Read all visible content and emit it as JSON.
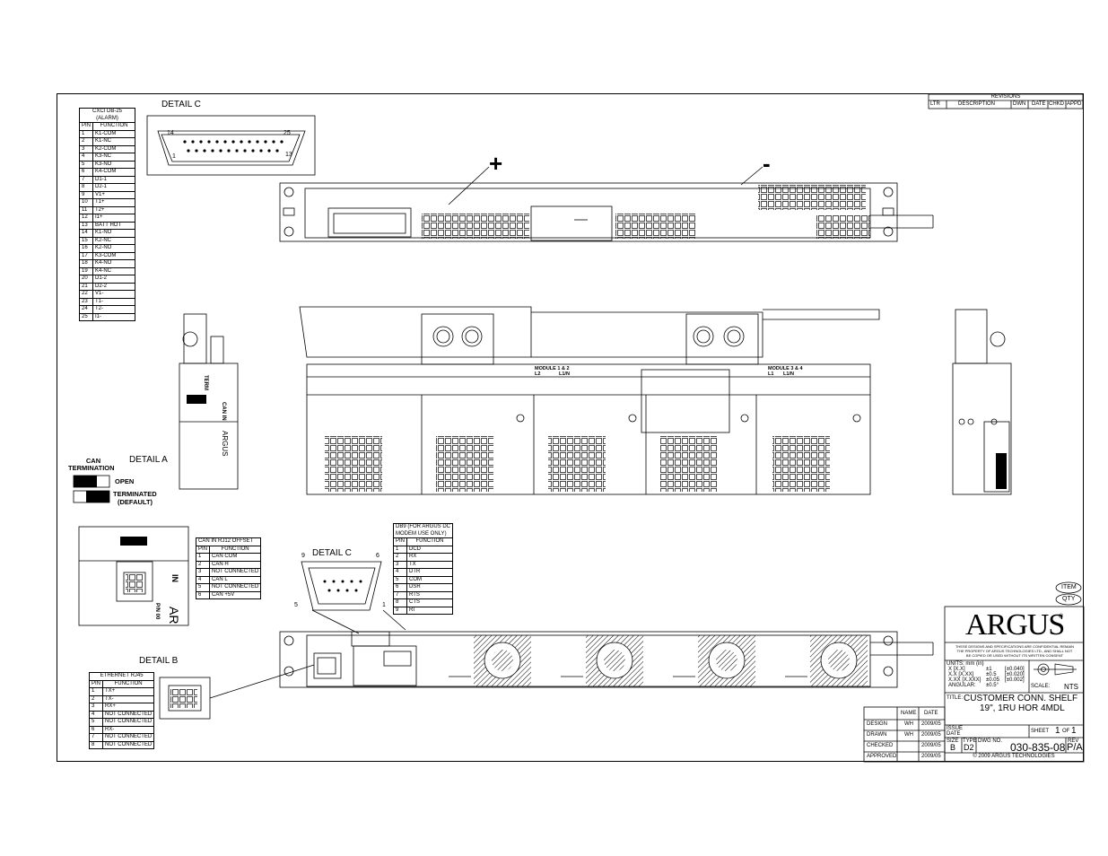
{
  "detail_c_top_label": "DETAIL C",
  "detail_c_mid_label": "DETAIL C",
  "detail_a_label": "DETAIL A",
  "detail_b_label": "DETAIL B",
  "plus_sign": "+",
  "minus_sign": "-",
  "db25_pin_left_top": "14",
  "db25_pin_right_top": "25",
  "db25_pin_left_bottom": "1",
  "db25_pin_right_bottom": "13",
  "db9_pin_tl": "9",
  "db9_pin_tr": "6",
  "db9_pin_bl": "5",
  "db9_pin_br": "1",
  "can_termination": {
    "title_1": "CAN",
    "title_2": "TERMINATION",
    "open": "OPEN",
    "terminated_1": "TERMINATED",
    "terminated_2": "(DEFAULT)"
  },
  "alarm_table": {
    "title_1": "CXCI DB-25",
    "title_2": "(ALARM)",
    "col_pin": "PIN",
    "col_function": "FUNCTION",
    "rows": [
      [
        "1",
        "K1-COM"
      ],
      [
        "2",
        "K1-NC"
      ],
      [
        "3",
        "K2-COM"
      ],
      [
        "4",
        "K3-NC"
      ],
      [
        "5",
        "K3-NO"
      ],
      [
        "6",
        "K4-COM"
      ],
      [
        "7",
        "D1-1"
      ],
      [
        "8",
        "D2-1"
      ],
      [
        "9",
        "V1+"
      ],
      [
        "10",
        "T1+"
      ],
      [
        "11",
        "T2+"
      ],
      [
        "12",
        "I1+"
      ],
      [
        "13",
        "BATT HOT"
      ],
      [
        "14",
        "K1-NO"
      ],
      [
        "15",
        "K2-NC"
      ],
      [
        "16",
        "K2-NO"
      ],
      [
        "17",
        "K3-COM"
      ],
      [
        "18",
        "K4-NO"
      ],
      [
        "19",
        "K4-NC"
      ],
      [
        "20",
        "D1-2"
      ],
      [
        "21",
        "D2-2"
      ],
      [
        "22",
        "V1-"
      ],
      [
        "23",
        "T1-"
      ],
      [
        "24",
        "T2-"
      ],
      [
        "25",
        "I1-"
      ]
    ]
  },
  "can_table": {
    "title": "CAN IN RJ12 OFFSET",
    "col_pin": "PIN",
    "col_function": "FUNCTION",
    "rows": [
      [
        "1",
        "CAN COM"
      ],
      [
        "2",
        "CAN H"
      ],
      [
        "3",
        "NOT CONNECTED"
      ],
      [
        "4",
        "CAN L"
      ],
      [
        "5",
        "NOT CONNECTED"
      ],
      [
        "6",
        "CAN +5V"
      ]
    ]
  },
  "db9_table": {
    "title_1": "DB9 (FOR ARGUS DC",
    "title_2": "MODEM USE ONLY)",
    "col_pin": "PIN",
    "col_function": "FUNCTION",
    "rows": [
      [
        "1",
        "DCD"
      ],
      [
        "2",
        "RX"
      ],
      [
        "3",
        "TX"
      ],
      [
        "4",
        "DTR"
      ],
      [
        "5",
        "COM"
      ],
      [
        "6",
        "DSR"
      ],
      [
        "7",
        "RTS"
      ],
      [
        "8",
        "CTS"
      ],
      [
        "9",
        "RI"
      ]
    ]
  },
  "eth_table": {
    "title": "ETHERNET RJ45",
    "col_pin": "PIN",
    "col_function": "FUNCTION",
    "rows": [
      [
        "1",
        "TX+"
      ],
      [
        "2",
        "TX-"
      ],
      [
        "3",
        "RX+"
      ],
      [
        "4",
        "NOT CONNECTED"
      ],
      [
        "5",
        "NOT CONNECTED"
      ],
      [
        "6",
        "RX-"
      ],
      [
        "7",
        "NOT CONNECTED"
      ],
      [
        "8",
        "NOT CONNECTED"
      ]
    ]
  },
  "revisions": {
    "title": "REVISIONS",
    "cols": [
      "LTR",
      "DESCRIPTION",
      "DWN",
      "DATE",
      "CHKD",
      "APPD"
    ]
  },
  "module_labels": {
    "m12": "MODULE 1 & 2",
    "m34": "MODULE 3 & 4",
    "l_left": "L2",
    "l_right": "L1",
    "lrtn": "L1/N"
  },
  "side_texts": {
    "detail_a_term": "TERM",
    "detail_a_can": "CAN IN",
    "detail_a_brand": "ARGUS",
    "detail_a_in": "IN",
    "detail_a_pn": "P/N 00",
    "detail_a_ar": "AR"
  },
  "item_label": "ITEM",
  "qty_label": "QTY",
  "title_block": {
    "logo": "ARGUS",
    "logo_reg": "®",
    "confidential": [
      "THESE DESIGNS AND SPECIFICATIONS ARE CONFIDENTIAL REMAIN",
      "THE PROPERTY OF ARGUS TECHNOLOGIES LTD., AND SHALL NOT",
      "BE COPIED OR USED WITHOUT ITS WRITTEN CONSENT"
    ],
    "units": "UNITS: mm (in)",
    "tol_x": "X [X.X]",
    "tol_xx": "X.X [X.XX]",
    "tol_xxx": "X.XX [X.XXX]",
    "tol_ang": "ANGULAR:",
    "tol_v1": "±1",
    "tol_v2": "±0.5",
    "tol_v3": "±0.05",
    "tol_v4": "±0.5°",
    "tol_i1": "[±0.040]",
    "tol_i2": "[±0.020]",
    "tol_i3": "[±0.002]",
    "scale_label": "SCALE:",
    "scale_value": "NTS",
    "title_label": "TITLE:",
    "title_1": "CUSTOMER CONN. SHELF",
    "title_2": "19\", 1RU HOR 4MDL",
    "issue_label": "ISSUE",
    "date_label": "DATE",
    "sheet_label": "SHEET",
    "sheet_num": "1",
    "of_label": "OF",
    "sheet_total": "1",
    "size_label": "SIZE",
    "size_value": "B",
    "type_label": "TYPE",
    "type_value": "D2",
    "dwg_label": "DWG NO.",
    "dwg_value": "030-835-08",
    "rev_label": "REV",
    "rev_value": "P/A",
    "copyright": "© 2009 ARGUS TECHNOLOGIES",
    "sign_cols": [
      "NAME",
      "DATE"
    ],
    "sign_rows": [
      [
        "DESIGN",
        "WH",
        "2009/05"
      ],
      [
        "DRAWN",
        "WH",
        "2009/05"
      ],
      [
        "CHECKED",
        "",
        "2009/05"
      ],
      [
        "APPROVED",
        "",
        "2009/05"
      ]
    ]
  }
}
